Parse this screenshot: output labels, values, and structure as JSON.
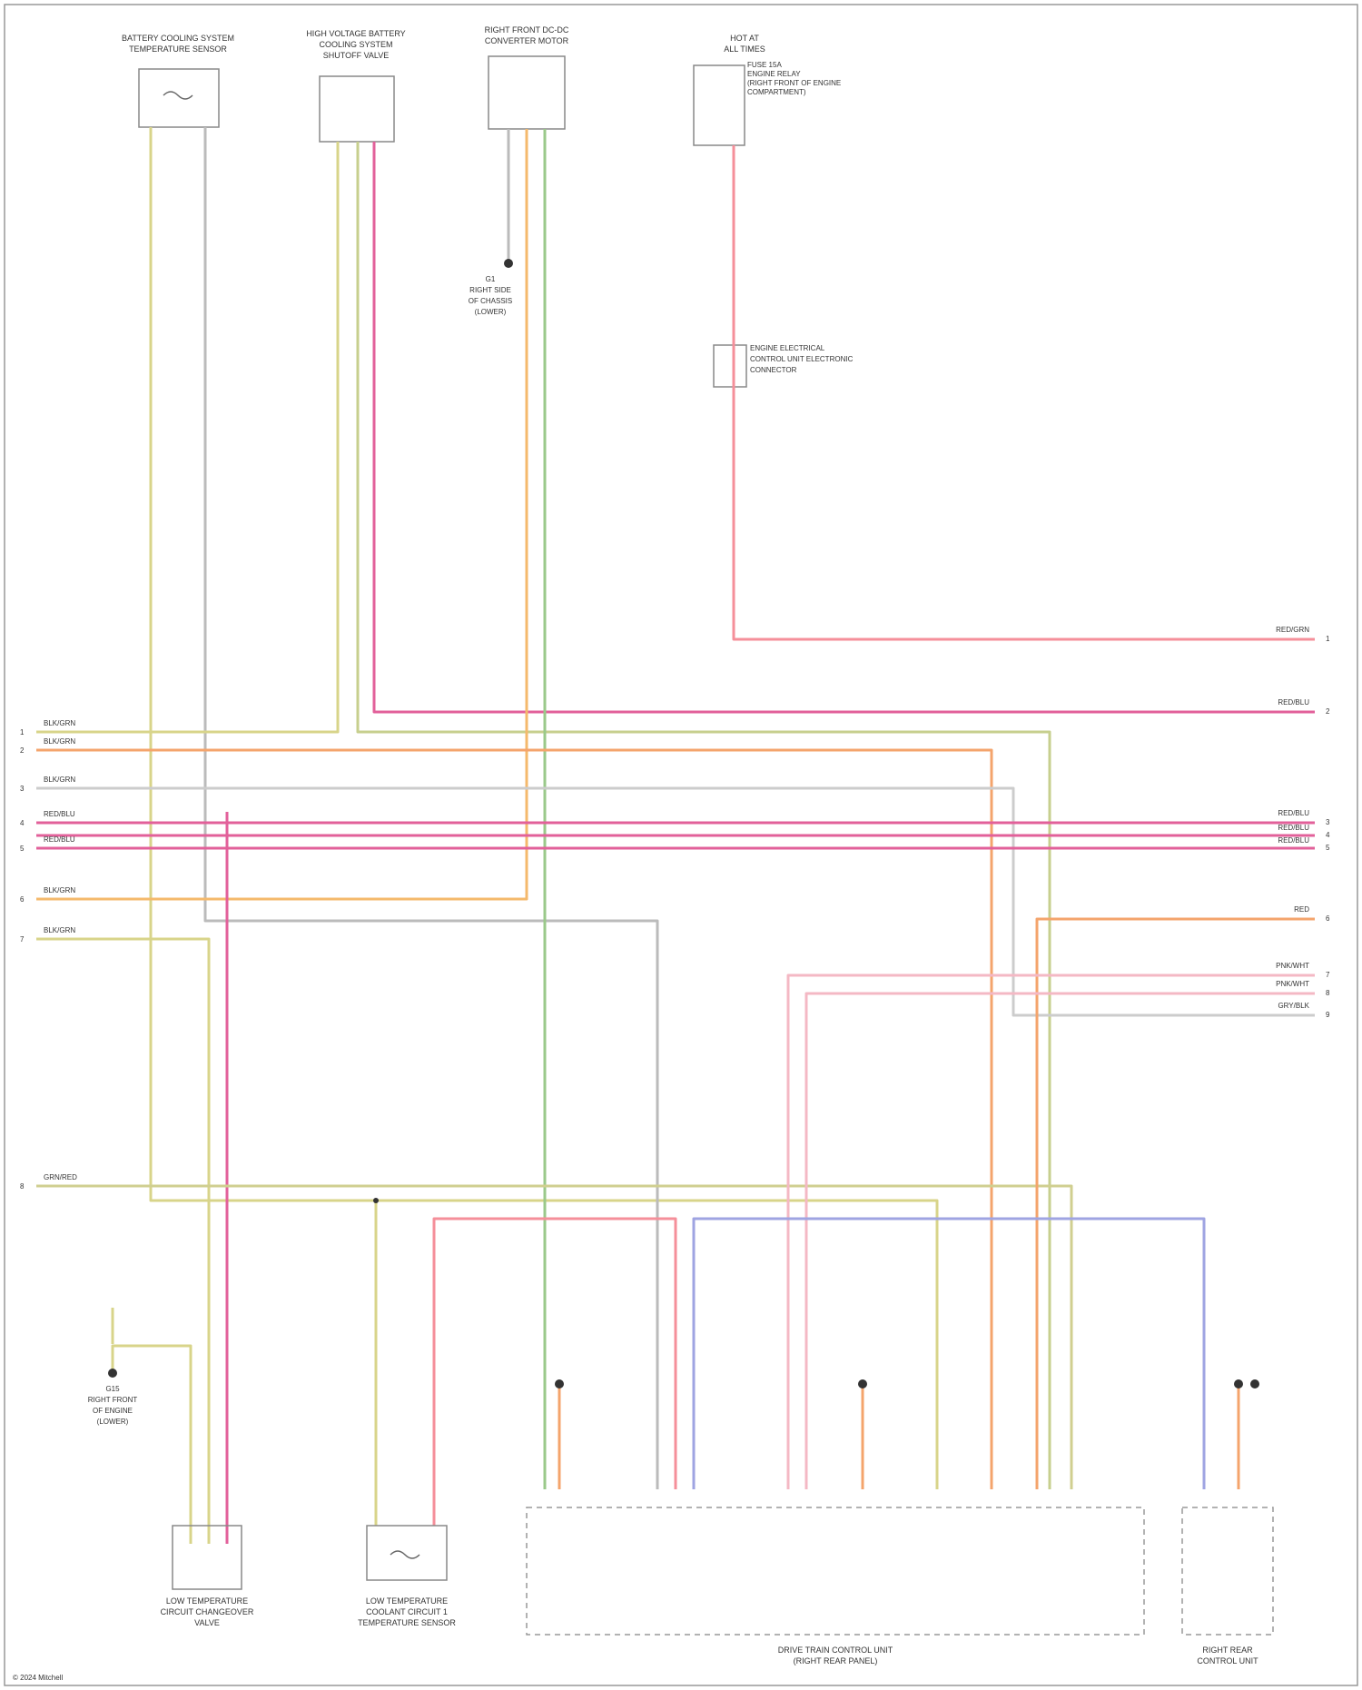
{
  "diagram": {
    "components_top": [
      {
        "id": "c1",
        "label": [
          "BATTERY COOLING SYSTEM",
          "TEMPERATURE SENSOR"
        ]
      },
      {
        "id": "c2",
        "label": [
          "HIGH VOLTAGE BATTERY",
          "COOLING SYSTEM",
          "SHUTOFF VALVE"
        ]
      },
      {
        "id": "c3",
        "label": [
          "RIGHT FRONT DC-DC",
          "CONVERTER MOTOR"
        ]
      },
      {
        "id": "c4",
        "label": [
          "HOT AT",
          "ALL TIMES"
        ]
      }
    ],
    "fuse_labels": [
      "FUSE 15A",
      "ENGINE RELAY",
      "(RIGHT FRONT OF ENGINE",
      "COMPARTMENT)"
    ],
    "connector_label": [
      "ENGINE ELECTRICAL",
      "CONTROL UNIT ELECTRONIC",
      "CONNECTOR"
    ],
    "ground_top": [
      "G1",
      "RIGHT SIDE",
      "OF CHASSIS",
      "(LOWER)"
    ],
    "ground_bottom": [
      "G15",
      "RIGHT FRONT",
      "OF ENGINE",
      "(LOWER)"
    ],
    "components_bottom": [
      {
        "id": "b1",
        "label": [
          "LOW TEMPERATURE",
          "CIRCUIT CHANGEOVER",
          "VALVE"
        ]
      },
      {
        "id": "b2",
        "label": [
          "LOW TEMPERATURE",
          "COOLANT CIRCUIT 1",
          "TEMPERATURE SENSOR"
        ]
      },
      {
        "id": "b3",
        "label": [
          "DRIVE TRAIN CONTROL UNIT",
          "(RIGHT REAR PANEL)"
        ]
      },
      {
        "id": "b4",
        "label": [
          "RIGHT REAR",
          "CONTROL UNIT"
        ]
      }
    ],
    "left_wire_labels": [
      "BLK/GRN",
      "BLK/GRN",
      "BLK/GRN",
      "RED/BLU",
      "RED/BLU",
      "BLK/GRN",
      "BLK/GRN",
      "GRN/RED"
    ],
    "left_pin_numbers": [
      "1",
      "2",
      "3",
      "4",
      "5",
      "6",
      "7",
      "8"
    ],
    "right_wire_labels": [
      "RED/GRN",
      "RED/BLU",
      "RED/BLU",
      "RED/BLU",
      "RED/BLU",
      "RED",
      "PNK/WHT",
      "PNK/WHT",
      "GRY/BLK"
    ],
    "right_pin_numbers": [
      "1",
      "2",
      "3",
      "4",
      "5",
      "6",
      "7",
      "8",
      "9"
    ],
    "footer": "© 2024 Mitchell"
  }
}
